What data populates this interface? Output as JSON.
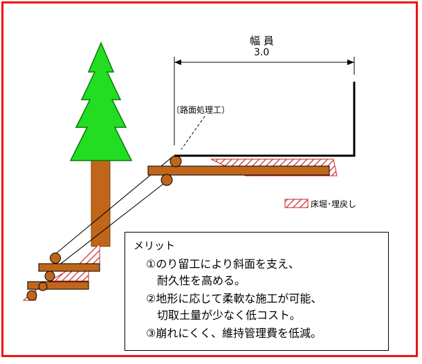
{
  "width_label": {
    "title": "幅 員",
    "value": "3.0"
  },
  "callout_label": "〔路面処理工〕",
  "legend": {
    "label": "床堀･埋戻し",
    "hatch_color": "#cc2222"
  },
  "merits": {
    "title": "メリット",
    "lines": [
      "①のり留工により斜面を支え、",
      "耐久性を高める。",
      "②地形に応じて柔軟な施工が可能、",
      "切取土量が少なく低コスト。",
      "③崩れにくく、維持管理費を低減。"
    ]
  },
  "colors": {
    "frame": "#ee1111",
    "tree_foliage": "#22dd22",
    "log": "#c0661a",
    "hatch": "#cc2222"
  }
}
